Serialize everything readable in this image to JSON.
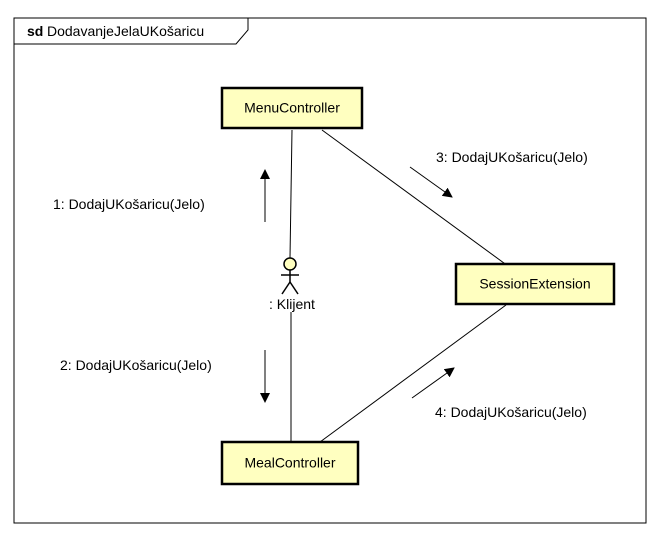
{
  "frame": {
    "keyword": "sd",
    "name": "DodavanjeJelaUKošaricu"
  },
  "colors": {
    "object_fill": "#ffffc0",
    "line": "#000000",
    "background": "#ffffff"
  },
  "objects": [
    {
      "id": "menu",
      "label": "MenuController"
    },
    {
      "id": "session",
      "label": "SessionExtension"
    },
    {
      "id": "meal",
      "label": "MealController"
    }
  ],
  "actor": {
    "label": ": Klijent",
    "icon": "stick-figure-icon"
  },
  "links": [
    {
      "from": "actor",
      "to": "menu"
    },
    {
      "from": "actor",
      "to": "meal"
    },
    {
      "from": "menu",
      "to": "session"
    },
    {
      "from": "meal",
      "to": "session"
    }
  ],
  "messages": [
    {
      "label": "1: DodajUKošaricu(Jelo)",
      "from": ": Klijent",
      "to": "MenuController",
      "direction": "up"
    },
    {
      "label": "2: DodajUKošaricu(Jelo)",
      "from": ": Klijent",
      "to": "MealController",
      "direction": "down"
    },
    {
      "label": "3: DodajUKošaricu(Jelo)",
      "from": "MenuController",
      "to": "SessionExtension",
      "direction": "down-right"
    },
    {
      "label": "4: DodajUKošaricu(Jelo)",
      "from": "MealController",
      "to": "SessionExtension",
      "direction": "up-right"
    }
  ]
}
